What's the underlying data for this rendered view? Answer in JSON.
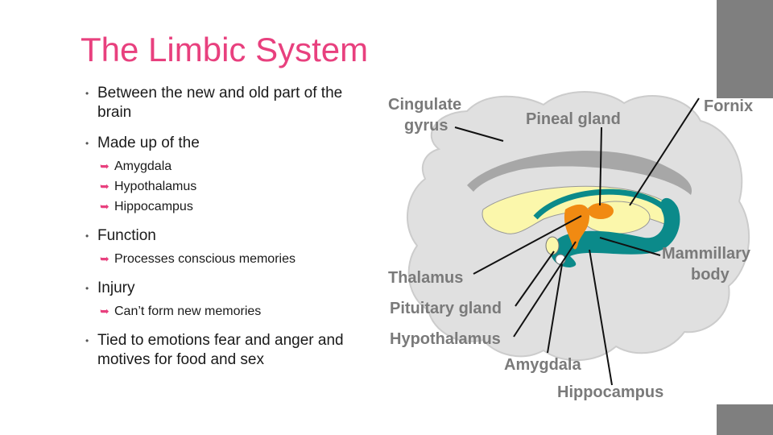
{
  "title": "The Limbic System",
  "bullets": [
    {
      "text": "Between the new and old part of the brain",
      "subs": []
    },
    {
      "text": "Made up of the",
      "subs": [
        "Amygdala",
        "Hypothalamus",
        "Hippocampus"
      ]
    },
    {
      "text": "Function",
      "subs": [
        "Processes conscious memories"
      ]
    },
    {
      "text": "Injury",
      "subs": [
        "Can’t form new memories"
      ]
    },
    {
      "text": "Tied to emotions fear and anger and motives for food and sex",
      "subs": []
    }
  ],
  "diagram": {
    "labels": {
      "cingulate1": "Cingulate",
      "cingulate2": "gyrus",
      "pineal": "Pineal gland",
      "fornix": "Fornix",
      "mammillary1": "Mammillary",
      "mammillary2": "body",
      "thalamus": "Thalamus",
      "pituitary": "Pituitary gland",
      "hypothalamus": "Hypothalamus",
      "amygdala": "Amygdala",
      "hippocampus": "Hippocampus"
    }
  },
  "colors": {
    "title": "#e8407e",
    "bar": "#7f7f7f",
    "brain": "#e0e0e0",
    "cingulate": "#a7a7a7",
    "thalamus": "#fbf7ab",
    "hippocampus": "#0b8a8a",
    "hypothalamus": "#f18a12"
  },
  "icons": {
    "sub_bullet": "curved-arrow-icon"
  }
}
